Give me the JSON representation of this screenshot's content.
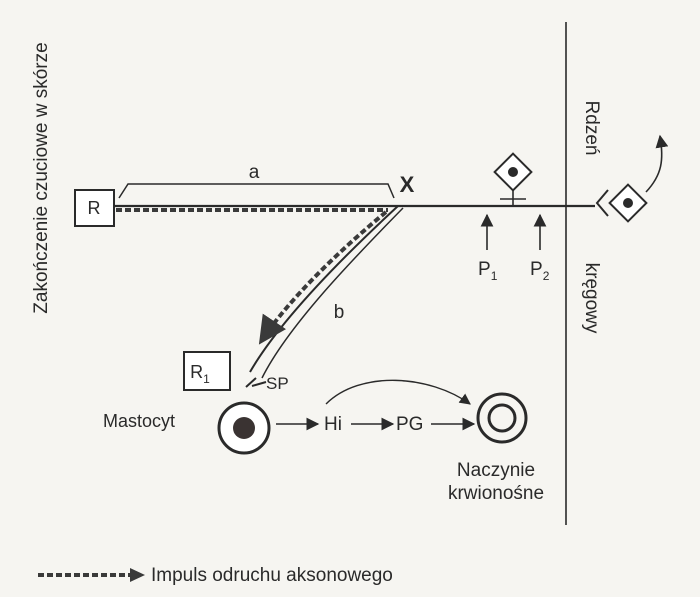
{
  "labels": {
    "side_title": "Zakończenie czuciowe w skórze",
    "spine_top": "Rdzeń",
    "spine_bottom": "kręgowy",
    "receptor_main": "R",
    "receptor_secondary": "R",
    "receptor_secondary_sub": "1",
    "branch_a": "a",
    "branch_b": "b",
    "branch_point": "X",
    "p1": "P",
    "p1_sub": "1",
    "p2": "P",
    "p2_sub": "2",
    "sp": "SP",
    "mastocyte": "Mastocyt",
    "hi": "Hi",
    "pg": "PG",
    "vessel_line1": "Naczynie",
    "vessel_line2": "krwionośne"
  },
  "legend": {
    "axon_reflex": "Impuls odruchu aksonowego"
  },
  "colors": {
    "ink": "#2a2a2a",
    "dashed": "#3a3a3a",
    "background": "#f6f5f1"
  }
}
